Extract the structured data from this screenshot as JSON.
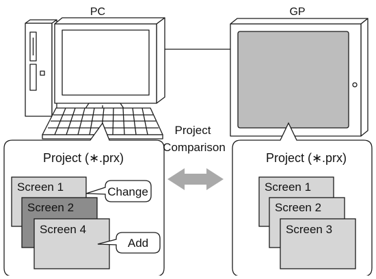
{
  "pc": {
    "label": "PC",
    "project_title": "Project (∗.prx)",
    "screens": [
      "Screen 1",
      "Screen 2",
      "Screen 4"
    ],
    "callouts": {
      "change": "Change",
      "add": "Add"
    }
  },
  "gp": {
    "label": "GP",
    "project_title": "Project (∗.prx)",
    "screens": [
      "Screen 1",
      "Screen 2",
      "Screen 3"
    ]
  },
  "comparison": {
    "line1": "Project",
    "line2": "Comparison"
  },
  "icons": {
    "pc": "desktop-computer-icon",
    "gp": "touch-panel-display-icon",
    "comparison": "double-headed-arrow-icon"
  },
  "colors": {
    "screen_light": "#d6d6d6",
    "screen_dark": "#8c8c8c",
    "gp_display": "#bdbdbd",
    "arrow": "#a9a9a9",
    "outline": "#1a1a1a"
  }
}
